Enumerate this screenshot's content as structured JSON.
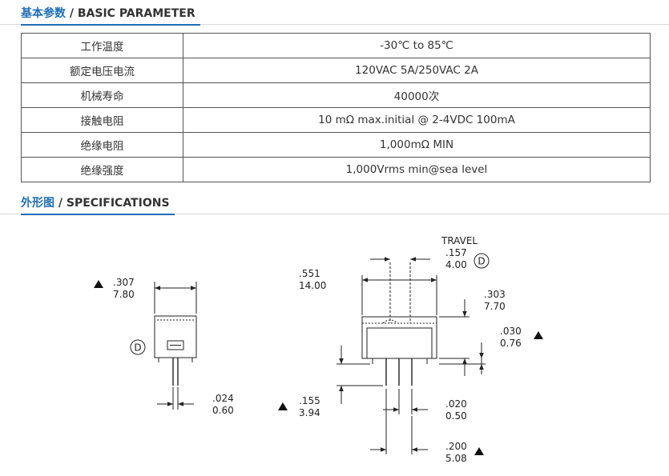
{
  "basic": {
    "title_cn": "基本参数",
    "title_sep": " / ",
    "title_en": "BASIC PARAMETER",
    "rows": [
      {
        "k": "工作温度",
        "v": "-30℃ to 85℃"
      },
      {
        "k": "额定电压电流",
        "v": "120VAC 5A/250VAC 2A"
      },
      {
        "k": "机械寿命",
        "v": "40000次"
      },
      {
        "k": "接触电阻",
        "v": "10 mΩ max.initial @ 2-4VDC 100mA"
      },
      {
        "k": "绝缘电阻",
        "v": "1,000mΩ MIN"
      },
      {
        "k": "绝缘强度",
        "v": "1,000Vrms min@sea level"
      }
    ]
  },
  "spec": {
    "title_cn": "外形图",
    "title_sep": " / ",
    "title_en": "SPECIFICATIONS",
    "drawing": {
      "datum_marker": "D",
      "travel_label": "TRAVEL",
      "dims": {
        "w_in": ".307",
        "w_mm": "7.80",
        "pin_in": ".024",
        "pin_mm": "0.60",
        "len_in": ".551",
        "len_mm": "14.00",
        "travel_in": ".157",
        "travel_mm": "4.00",
        "h_in": ".303",
        "h_mm": "7.70",
        "step_in": ".030",
        "step_mm": "0.76",
        "lead_in": ".155",
        "lead_mm": "3.94",
        "pinw_in": ".020",
        "pinw_mm": "0.50",
        "pitch_in": ".200",
        "pitch_mm": "5.08"
      }
    }
  }
}
